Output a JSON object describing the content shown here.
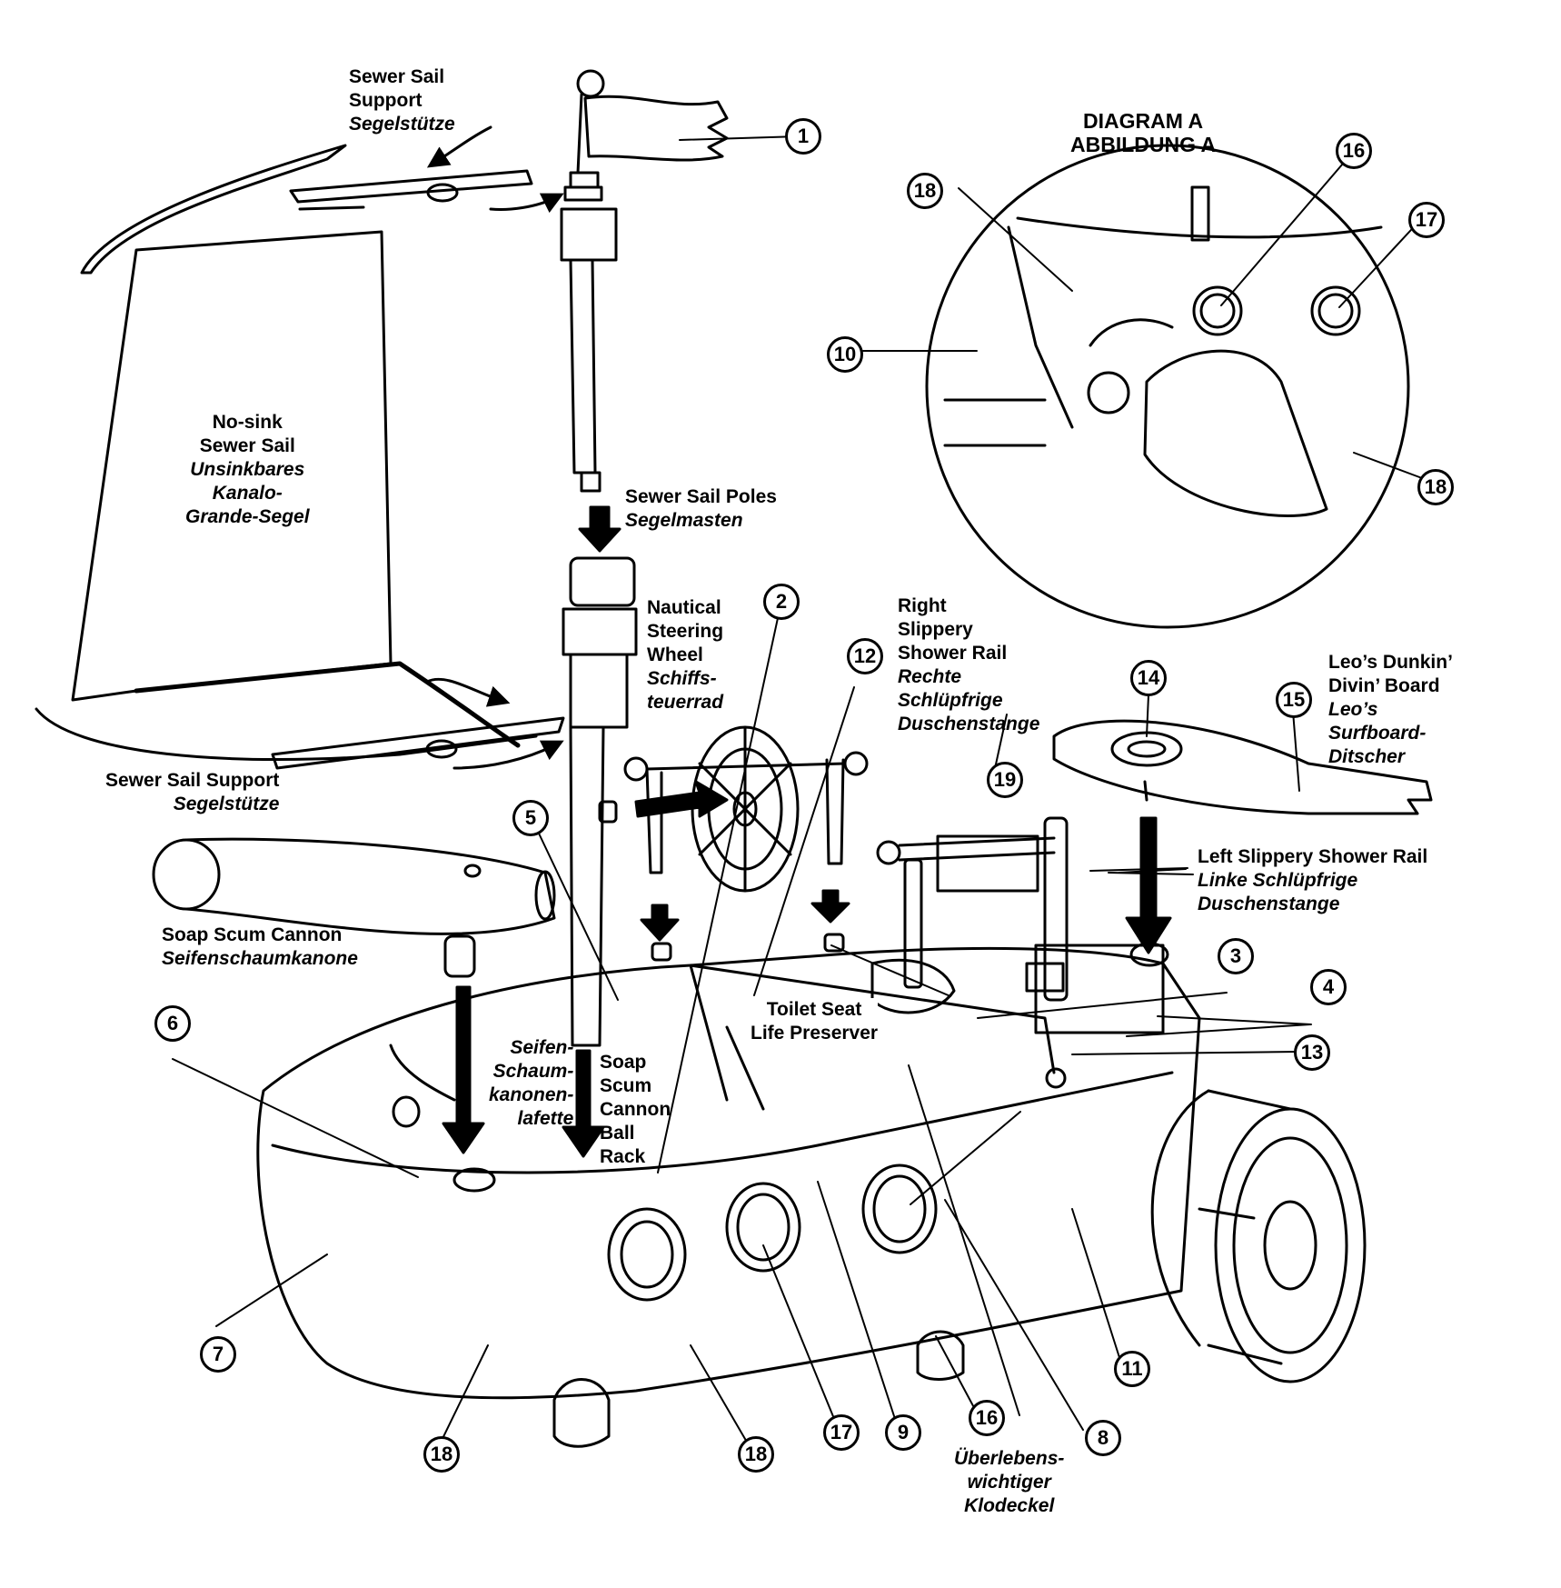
{
  "diagram_a": {
    "title_en": "DIAGRAM A",
    "title_de": "ABBILDUNG A"
  },
  "labels": {
    "sail_support_top": {
      "en1": "Sewer Sail",
      "en2": "Support",
      "de": "Segelstütze"
    },
    "sail": {
      "en1": "No-sink",
      "en2": "Sewer Sail",
      "de1": "Unsinkbares",
      "de2": "Kanalo-",
      "de3": "Grande-Segel"
    },
    "sail_poles": {
      "en": "Sewer Sail Poles",
      "de": "Segelmasten"
    },
    "steering_wheel": {
      "en1": "Nautical",
      "en2": "Steering",
      "en3": "Wheel",
      "de1": "Schiffs-",
      "de2": "teuerrad"
    },
    "right_rail": {
      "en1": "Right",
      "en2": "Slippery",
      "en3": "Shower Rail",
      "de1": "Rechte",
      "de2": "Schlüpfrige",
      "de3": "Duschenstange"
    },
    "dunkin_board": {
      "en1": "Leo’s Dunkin’",
      "en2": "Divin’ Board",
      "de1": "Leo’s",
      "de2": "Surfboard-",
      "de3": "Ditscher"
    },
    "sail_support_bottom": {
      "en": "Sewer Sail Support",
      "de": "Segelstütze"
    },
    "left_rail": {
      "en": "Left Slippery Shower Rail",
      "de1": "Linke Schlüpfrige",
      "de2": "Duschenstange"
    },
    "cannon": {
      "en": "Soap Scum Cannon",
      "de": "Seifenschaumkanone"
    },
    "cannon_mount": {
      "de1": "Seifen-",
      "de2": "Schaum-",
      "de3": "kanonen-",
      "de4": "lafette"
    },
    "ball_rack": {
      "en1": "Soap",
      "en2": "Scum",
      "en3": "Cannon",
      "en4": "Ball",
      "en5": "Rack"
    },
    "toilet_seat": {
      "en1": "Toilet Seat",
      "en2": "Life Preserver"
    },
    "toilet_seat_de": {
      "de1": "Überlebens-",
      "de2": "wichtiger",
      "de3": "Klodeckel"
    }
  },
  "callouts": [
    {
      "id": "c1",
      "text": "1"
    },
    {
      "id": "c2",
      "text": "2"
    },
    {
      "id": "c3",
      "text": "3"
    },
    {
      "id": "c4",
      "text": "4"
    },
    {
      "id": "c5",
      "text": "5"
    },
    {
      "id": "c6",
      "text": "6"
    },
    {
      "id": "c7",
      "text": "7"
    },
    {
      "id": "c8",
      "text": "8"
    },
    {
      "id": "c9",
      "text": "9"
    },
    {
      "id": "c10",
      "text": "10"
    },
    {
      "id": "c11",
      "text": "11"
    },
    {
      "id": "c12",
      "text": "12"
    },
    {
      "id": "c13",
      "text": "13"
    },
    {
      "id": "c14",
      "text": "14"
    },
    {
      "id": "c15",
      "text": "15"
    },
    {
      "id": "c16a",
      "text": "16"
    },
    {
      "id": "c16b",
      "text": "16"
    },
    {
      "id": "c17a",
      "text": "17"
    },
    {
      "id": "c17b",
      "text": "17"
    },
    {
      "id": "c18a",
      "text": "18"
    },
    {
      "id": "c18b",
      "text": "18"
    },
    {
      "id": "c18c",
      "text": "18"
    },
    {
      "id": "c18d",
      "text": "18"
    },
    {
      "id": "c19",
      "text": "19"
    }
  ]
}
